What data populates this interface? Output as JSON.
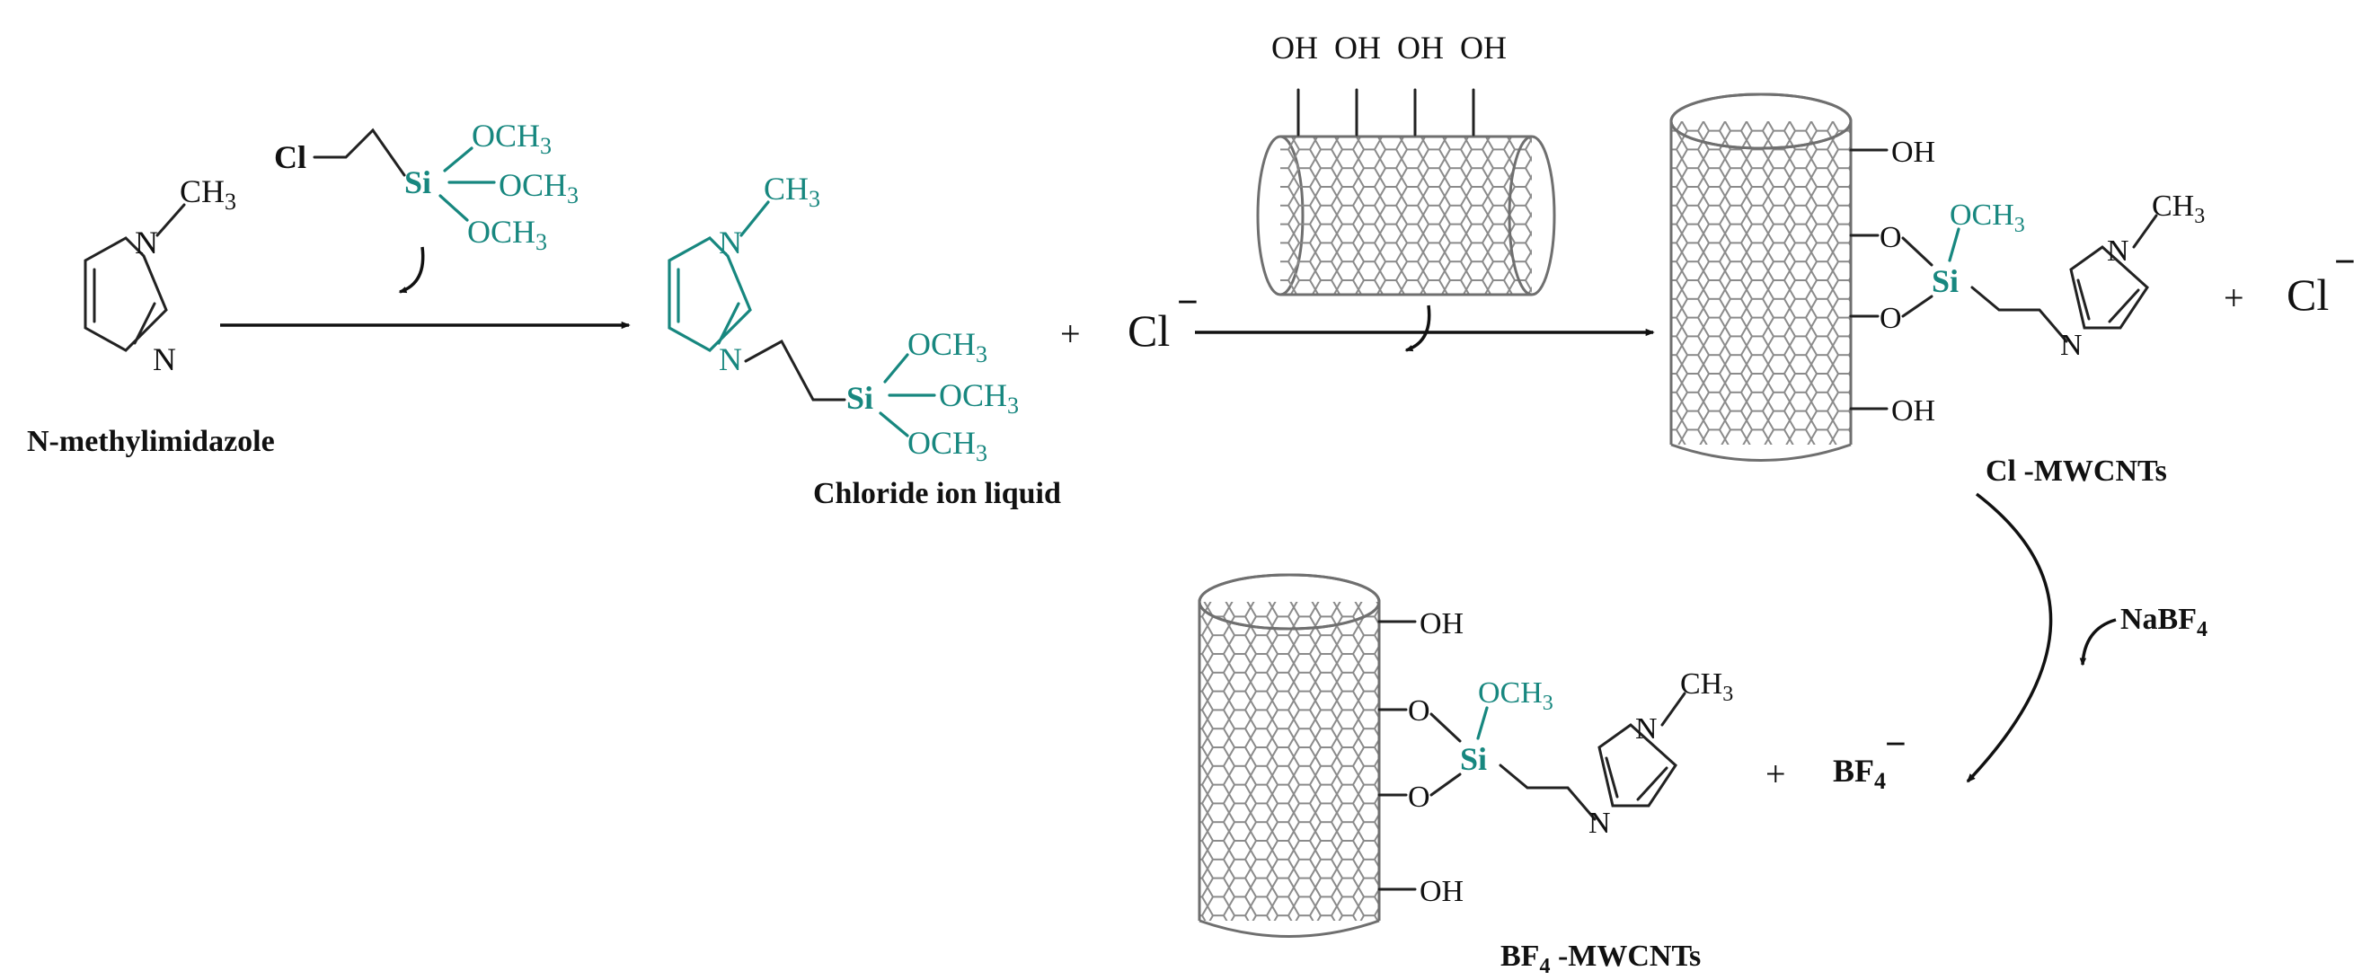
{
  "colors": {
    "accent": "#17877f",
    "ink": "#111111",
    "tube": "#8a8a8a"
  },
  "labels": {
    "n_methylimidazole": "N-methylimidazole",
    "chloride_ion_liquid": "Chloride ion liquid",
    "cl_mwcnts": "Cl -MWCNTs",
    "bf4_mwcnts_main": "BF",
    "bf4_mwcnts_sub": "4",
    "bf4_mwcnts_tail": " -MWCNTs"
  },
  "atoms": {
    "ch3": "CH",
    "ch3_sub": "3",
    "n": "N",
    "si": "Si",
    "cl": "Cl",
    "o": "O",
    "och3": "OCH",
    "och3_sub": "3",
    "oh": "OH"
  },
  "ions": {
    "cl_minus": "Cl",
    "minus": "−",
    "plus": "+",
    "bf4": "BF",
    "bf4_sub": "4"
  },
  "reagents": {
    "nabf4": "NaBF",
    "nabf4_sub": "4"
  }
}
